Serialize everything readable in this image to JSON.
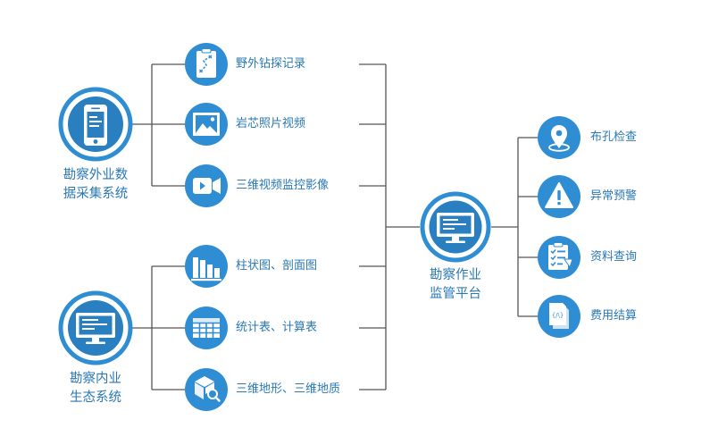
{
  "colors": {
    "primary": "#2f8ed3",
    "ring": "#2f8ed3",
    "inner": "#2a7fc0",
    "line": "#555555",
    "text": "#2a78b5"
  },
  "left_top": {
    "title_line1": "勘察外业数",
    "title_line2": "据采集系统",
    "icon": "smartphone-icon",
    "items": [
      {
        "label": "野外钻探记录",
        "icon": "clipboard-route-icon"
      },
      {
        "label": "岩芯照片视频",
        "icon": "image-icon"
      },
      {
        "label": "三维视频监控影像",
        "icon": "video-camera-icon"
      }
    ]
  },
  "left_bottom": {
    "title_line1": "勘察内业",
    "title_line2": "生态系统",
    "icon": "monitor-icon",
    "items": [
      {
        "label": "柱状图、剖面图",
        "icon": "bar-chart-icon"
      },
      {
        "label": "统计表、计算表",
        "icon": "table-icon"
      },
      {
        "label": "三维地形、三维地质",
        "icon": "cube-search-icon"
      }
    ]
  },
  "center": {
    "title_line1": "勘察作业",
    "title_line2": "监管平台",
    "icon": "monitor-icon"
  },
  "right": {
    "items": [
      {
        "label": "布孔检查",
        "icon": "map-pin-icon"
      },
      {
        "label": "异常预警",
        "icon": "warning-icon"
      },
      {
        "label": "资料查询",
        "icon": "checklist-icon"
      },
      {
        "label": "费用结算",
        "icon": "invoice-icon"
      }
    ]
  }
}
